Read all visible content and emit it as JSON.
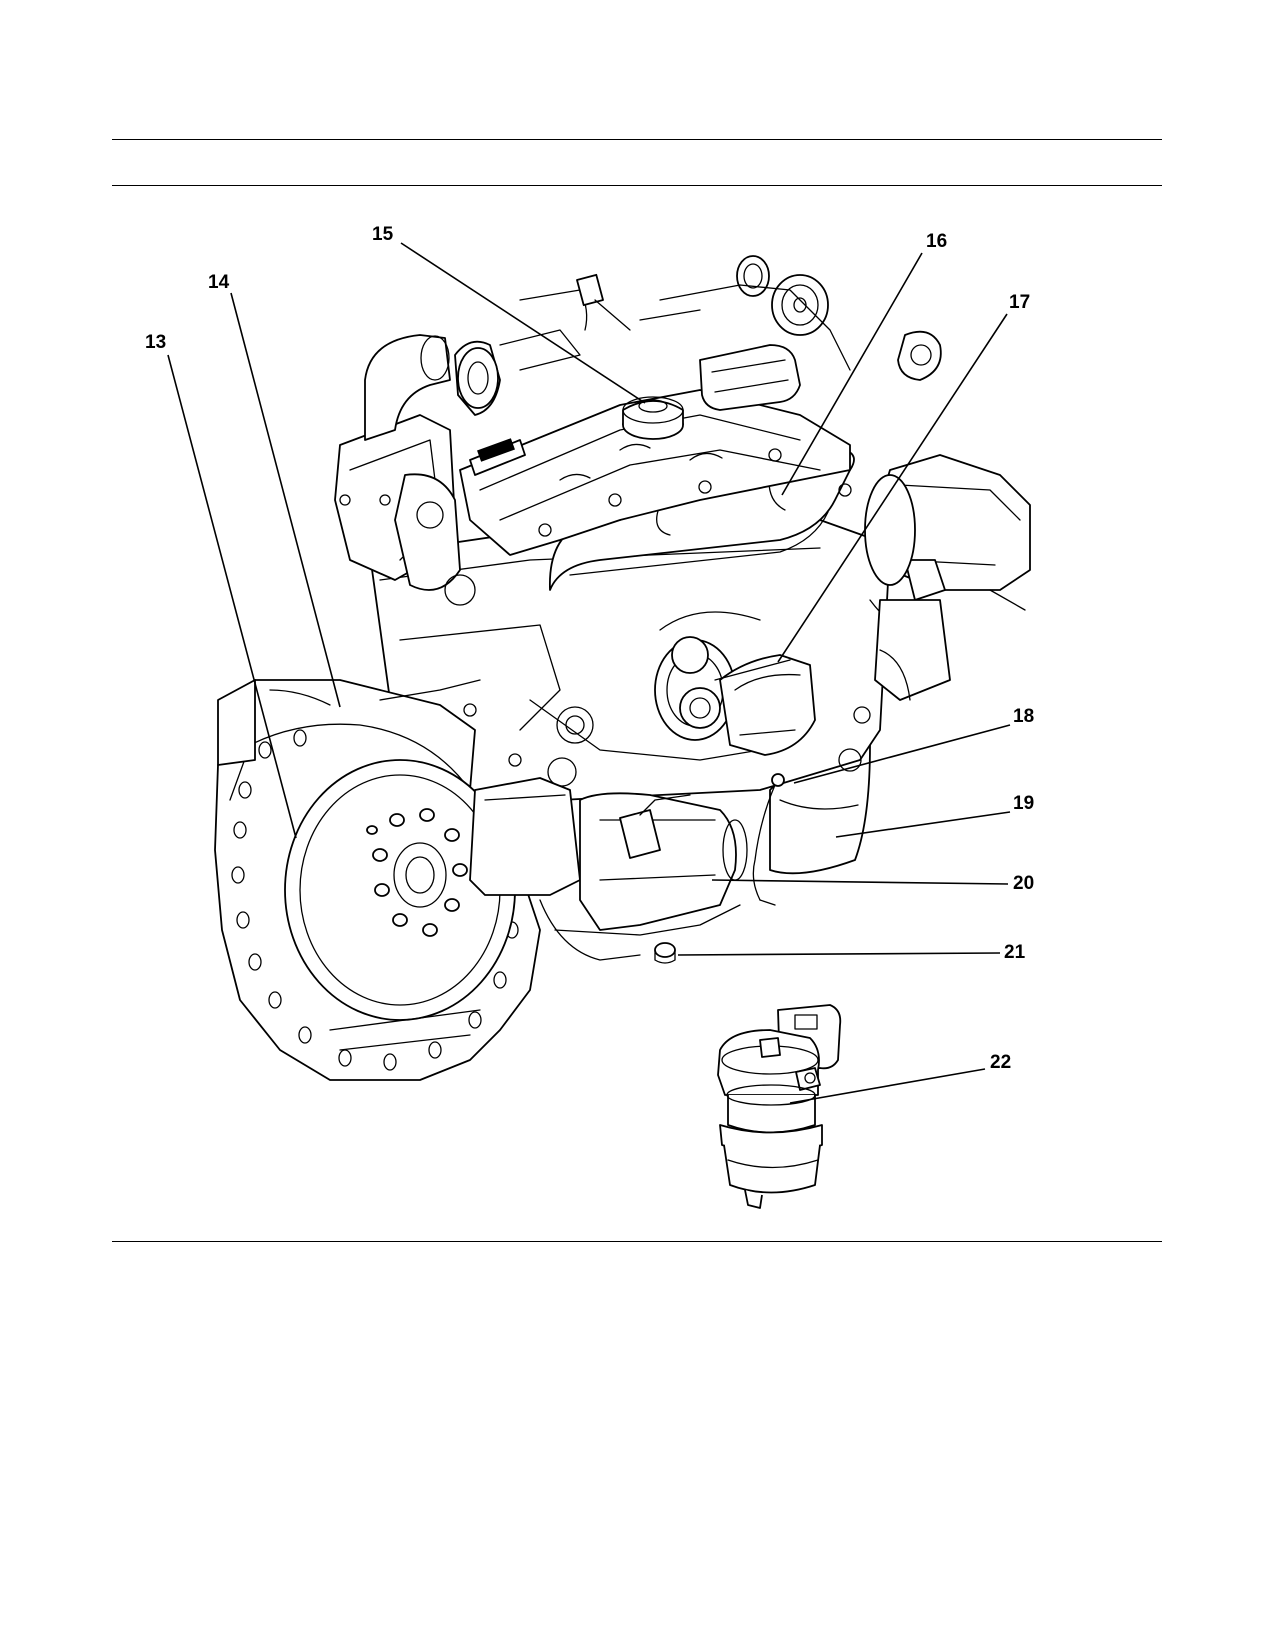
{
  "figure": {
    "callouts": [
      {
        "id": "13",
        "label": "13"
      },
      {
        "id": "14",
        "label": "14"
      },
      {
        "id": "15",
        "label": "15"
      },
      {
        "id": "16",
        "label": "16"
      },
      {
        "id": "17",
        "label": "17"
      },
      {
        "id": "18",
        "label": "18"
      },
      {
        "id": "19",
        "label": "19"
      },
      {
        "id": "20",
        "label": "20"
      },
      {
        "id": "21",
        "label": "21"
      },
      {
        "id": "22",
        "label": "22"
      }
    ]
  }
}
